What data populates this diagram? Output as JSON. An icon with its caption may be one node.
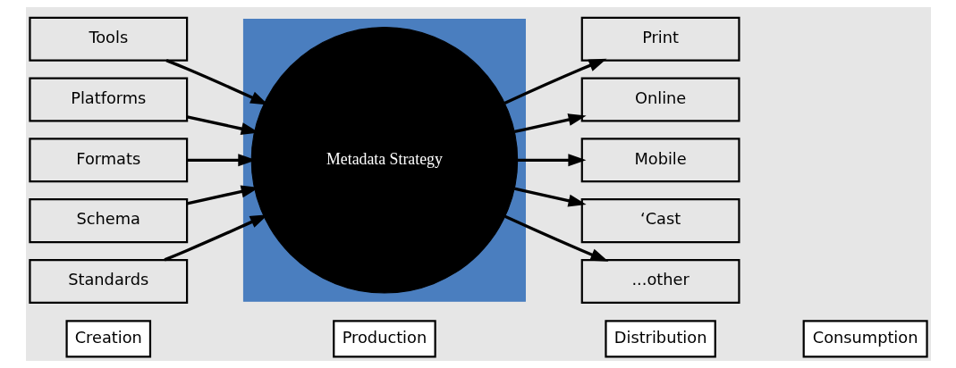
{
  "diagram": {
    "nodes": [
      {
        "text": [
          "Creation"
        ]
      },
      {
        "text": [
          "Production"
        ]
      },
      {
        "text": [
          "Distribution"
        ]
      },
      {
        "text": [
          "Consumption"
        ]
      },
      {
        "text": [
          "Tools"
        ]
      },
      {
        "text": [
          "Platforms"
        ]
      },
      {
        "text": [
          "Formats"
        ]
      },
      {
        "text": [
          "Schema"
        ]
      },
      {
        "text": [
          "Standards"
        ]
      },
      {
        "text": [],
        "shape": "box"
      },
      {
        "text": [
          "Metadata Strategy"
        ],
        "in": 9
      },
      {
        "text": [
          "Print"
        ]
      },
      {
        "text": [
          "Online"
        ]
      },
      {
        "text": [
          "Mobile"
        ]
      },
      {
        "text": [
          "‘Cast"
        ]
      },
      {
        "text": [
          "...other"
        ]
      }
    ],
    "edges": [
      {
        "from": 4,
        "to": 10,
        "arrow": "to"
      },
      {
        "from": 5,
        "to": 10,
        "arrow": "to"
      },
      {
        "from": 6,
        "to": 10,
        "arrow": "to"
      },
      {
        "from": 7,
        "to": 10,
        "arrow": "to"
      },
      {
        "from": 8,
        "to": 10,
        "arrow": "to"
      },
      {
        "from": 10,
        "to": 11,
        "arrow": "to"
      },
      {
        "from": 10,
        "to": 12,
        "arrow": "to"
      },
      {
        "from": 10,
        "to": 13,
        "arrow": "to"
      },
      {
        "from": 10,
        "to": 14,
        "arrow": "to"
      },
      {
        "from": 10,
        "to": 15,
        "arrow": "to"
      }
    ]
  }
}
